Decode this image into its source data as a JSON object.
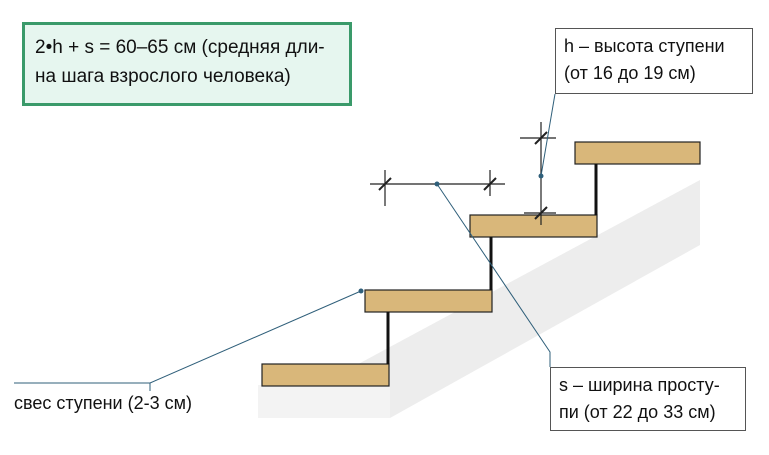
{
  "formula": {
    "line1": "2•h + s = 60–65 см (средняя дли-",
    "line2": "на шага взрослого человека)"
  },
  "callout_h": {
    "line1": "h – высота ступени",
    "line2": "(от 16 до 19 см)"
  },
  "callout_s": {
    "line1": "s – ширина просту-",
    "line2": "пи (от 22 до 33 см)"
  },
  "overhang_label": "свес ступени (2-3 см)",
  "colors": {
    "box_fill": "#e6f6ef",
    "box_border": "#3a9a6a",
    "tread": "#d9b77a",
    "stair_shadow": "#ededed",
    "leader": "#2f5f7a"
  }
}
